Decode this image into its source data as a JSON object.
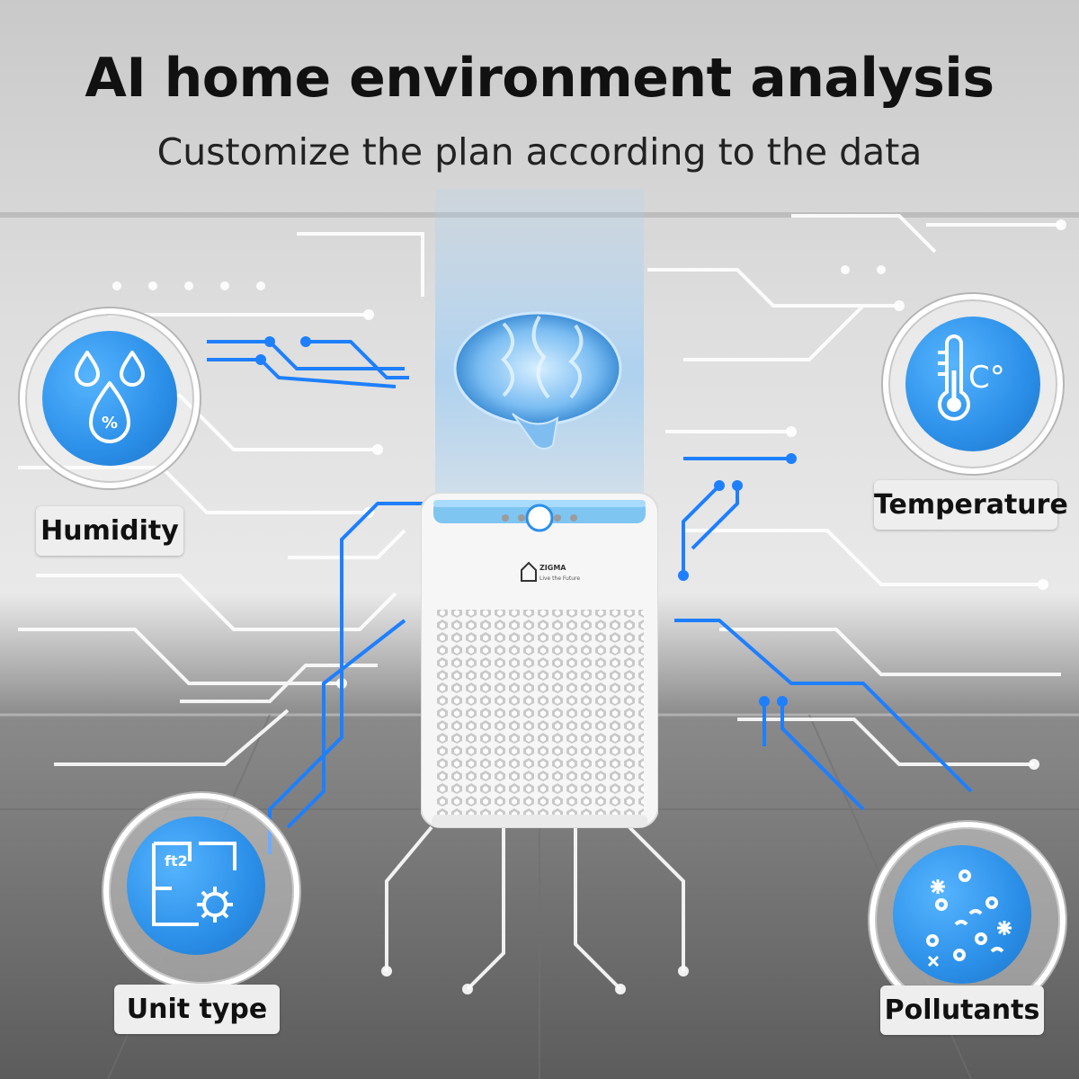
{
  "header": {
    "title": "AI home environment analysis",
    "subtitle": "Customize the plan according to the data"
  },
  "features": {
    "humidity": {
      "label": "Humidity",
      "icon": "humidity-drops-icon"
    },
    "temperature": {
      "label": "Temperature",
      "icon": "thermometer-celsius-icon",
      "unit_glyph": "C°"
    },
    "unit_type": {
      "label": "Unit type",
      "icon": "floorplan-gear-icon",
      "area_text": "ft2"
    },
    "pollutants": {
      "label": "Pollutants",
      "icon": "particles-icon"
    }
  },
  "device": {
    "brand": "ZIGMA",
    "tagline": "Live the Future"
  },
  "colors": {
    "accent_blue": "#2b8fe8",
    "circuit_white": "#ffffff",
    "circuit_blue": "#1e7fff"
  }
}
